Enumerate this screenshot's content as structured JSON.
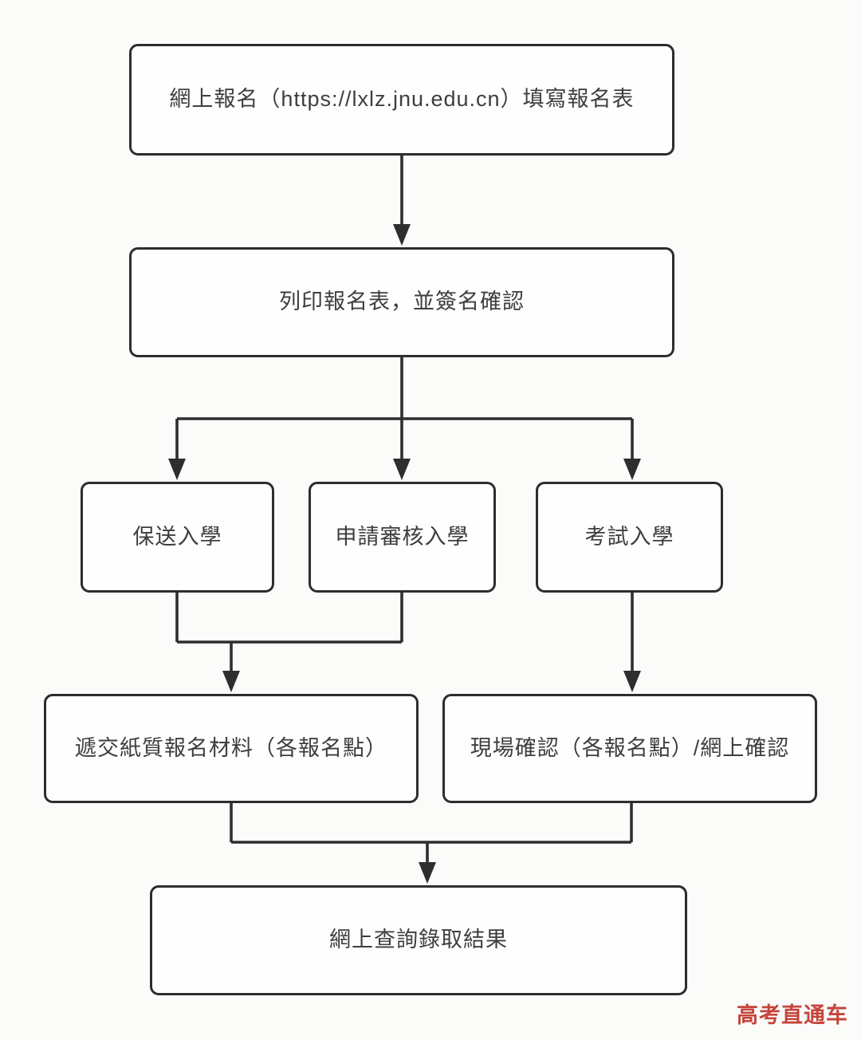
{
  "diagram": {
    "type": "flowchart",
    "background_color": "#fbfbfa",
    "line_color": "#2e2e2e",
    "box_border_color": "#2d2d2d",
    "box_fill_color": "#fefefe",
    "text_color": "#3e3e3e",
    "nodes": [
      {
        "id": "step1",
        "label": "網上報名（https://lxlz.jnu.edu.cn）填寫報名表"
      },
      {
        "id": "step2",
        "label": "列印報名表，並簽名確認"
      },
      {
        "id": "branch1",
        "label": "保送入學"
      },
      {
        "id": "branch2",
        "label": "申請審核入學"
      },
      {
        "id": "branch3",
        "label": "考試入學"
      },
      {
        "id": "step4a",
        "label": "遞交紙質報名材料（各報名點）"
      },
      {
        "id": "step4b",
        "label": "現場確認（各報名點）/網上確認"
      },
      {
        "id": "step5",
        "label": "網上查詢錄取結果"
      }
    ],
    "edges": [
      "step1 -> step2",
      "step2 -> branch1",
      "step2 -> branch2",
      "step2 -> branch3",
      "branch1 + branch2 -> step4a",
      "branch3 -> step4b",
      "step4a + step4b -> step5"
    ],
    "watermark": {
      "text": "高考直通车",
      "color": "#c5443a"
    }
  }
}
